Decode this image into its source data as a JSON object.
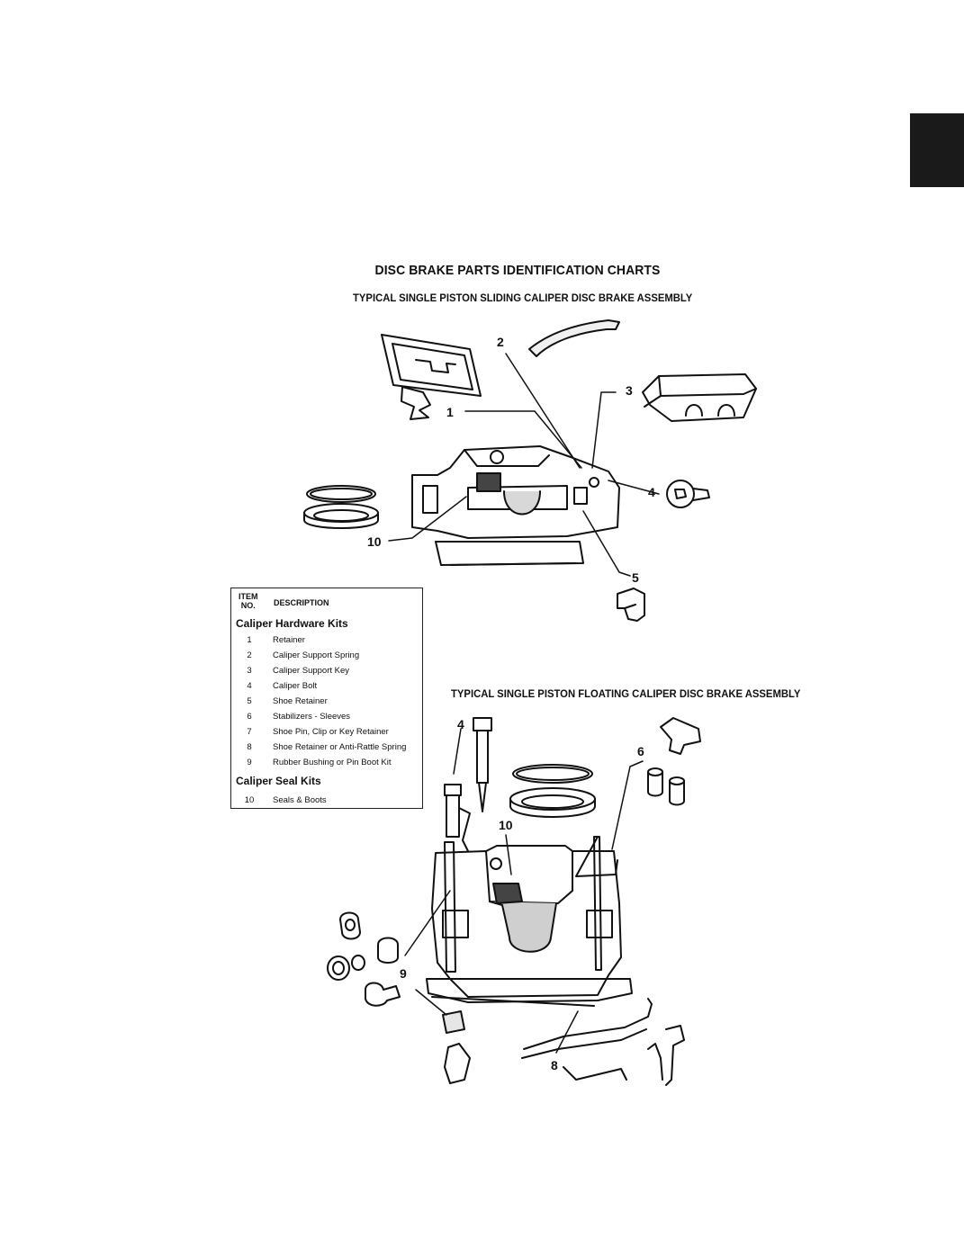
{
  "page": {
    "title": "DISC BRAKE PARTS IDENTIFICATION CHARTS",
    "subtitle_sliding": "TYPICAL SINGLE PISTON SLIDING CALIPER DISC BRAKE ASSEMBLY",
    "subtitle_floating": "TYPICAL SINGLE PISTON FLOATING CALIPER DISC BRAKE ASSEMBLY"
  },
  "sliding_callouts": [
    "1",
    "2",
    "3",
    "4",
    "5",
    "10"
  ],
  "floating_callouts": [
    "4",
    "6",
    "10",
    "9",
    "8"
  ],
  "legend": {
    "header_item": "ITEM",
    "header_no": "NO.",
    "header_desc": "DESCRIPTION",
    "section_hardware": "Caliper Hardware Kits",
    "hardware_items": [
      {
        "no": "1",
        "desc": "Retainer"
      },
      {
        "no": "2",
        "desc": "Caliper Support Spring"
      },
      {
        "no": "3",
        "desc": "Caliper Support Key"
      },
      {
        "no": "4",
        "desc": "Caliper Bolt"
      },
      {
        "no": "5",
        "desc": "Shoe Retainer"
      },
      {
        "no": "6",
        "desc": "Stabilizers - Sleeves"
      },
      {
        "no": "7",
        "desc": "Shoe Pin, Clip or Key Retainer"
      },
      {
        "no": "8",
        "desc": "Shoe Retainer or Anti-Rattle Spring"
      },
      {
        "no": "9",
        "desc": "Rubber Bushing or Pin Boot Kit"
      }
    ],
    "section_seal": "Caliper Seal Kits",
    "seal_items": [
      {
        "no": "10",
        "desc": "Seals & Boots"
      }
    ]
  }
}
